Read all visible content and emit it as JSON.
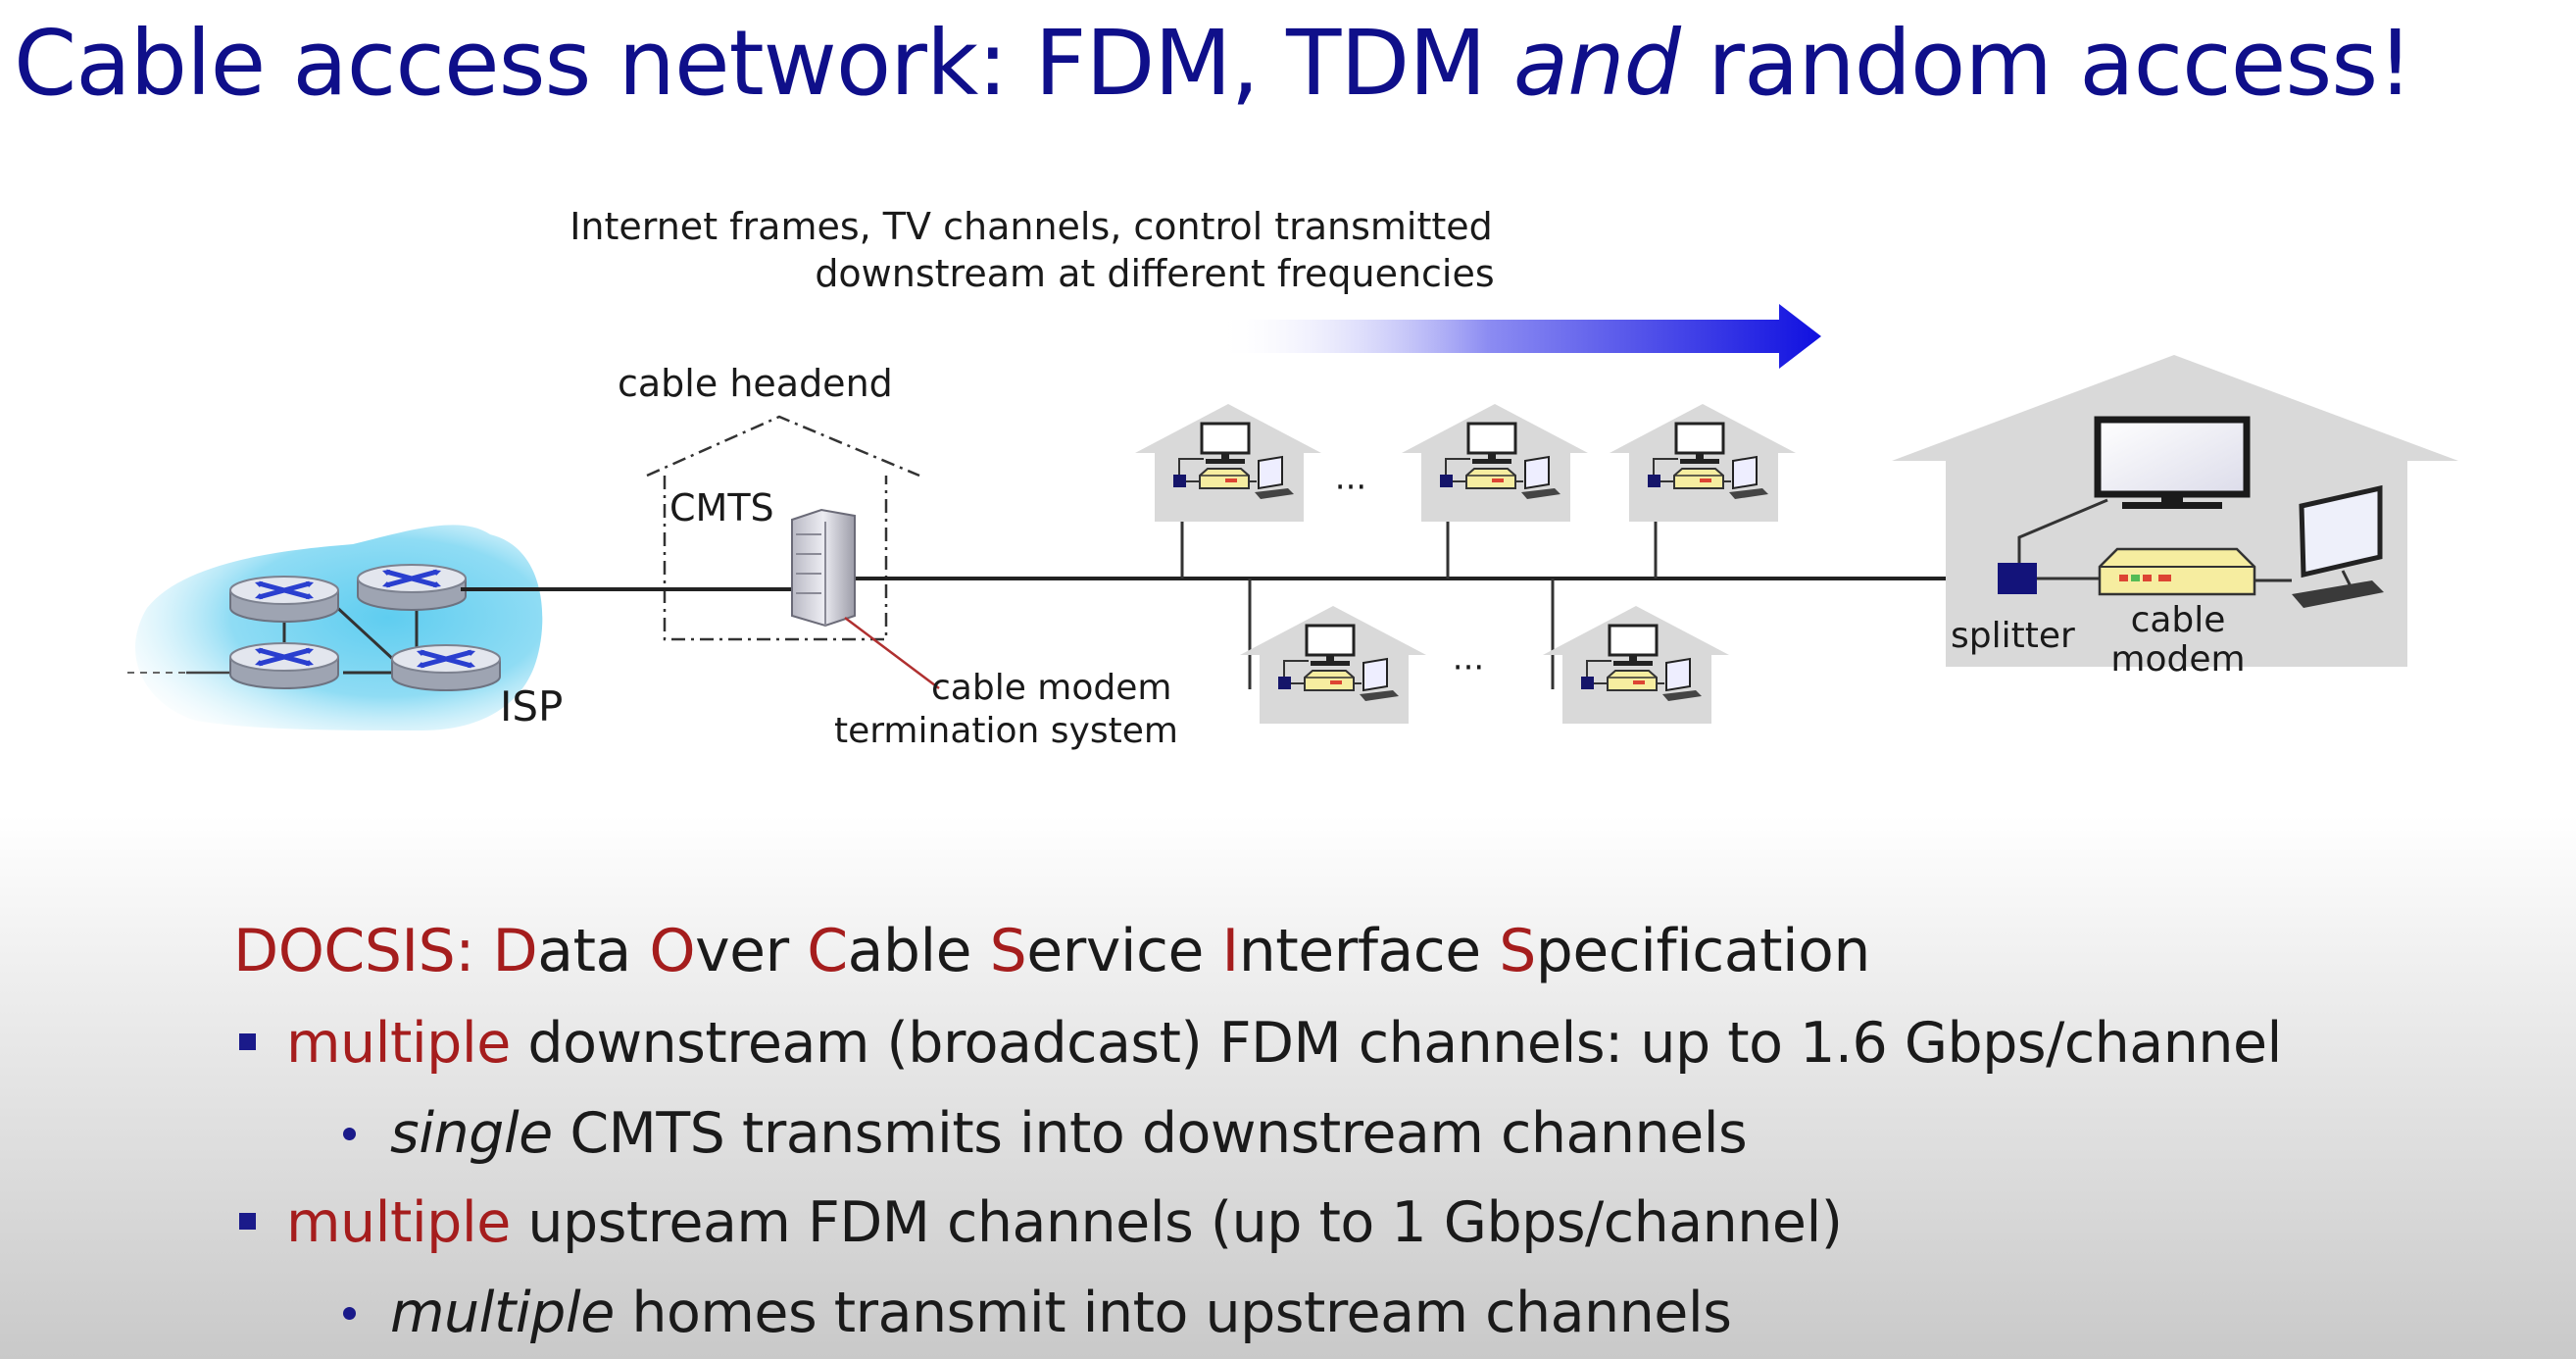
{
  "title": {
    "part1": "Cable access network: FDM, TDM ",
    "emphasis": "and",
    "part2": " random access!"
  },
  "diagram": {
    "downstream_note_line1": "Internet frames, TV channels, control  transmitted",
    "downstream_note_line2": "downstream at different frequencies",
    "headend_label": "cable headend",
    "cmts_label": "CMTS",
    "isp_label": "ISP",
    "cmts_desc_line1": "cable modem",
    "cmts_desc_line2": "termination system",
    "splitter_label": "splitter",
    "modem_label_line1": "cable",
    "modem_label_line2": "modem",
    "ellipsis": "···"
  },
  "docsis": {
    "prefix": "DOCSIS: ",
    "words": [
      {
        "initial": "D",
        "rest": "ata "
      },
      {
        "initial": "O",
        "rest": "ver "
      },
      {
        "initial": "C",
        "rest": "able "
      },
      {
        "initial": "S",
        "rest": "ervice "
      },
      {
        "initial": "I",
        "rest": "nterface "
      },
      {
        "initial": "S",
        "rest": "pecification"
      }
    ]
  },
  "bullets": [
    {
      "emph": "multiple",
      "text": " downstream (broadcast) FDM channels: up to 1.6 Gbps/channel"
    },
    {
      "emph": "single",
      "text": " CMTS transmits into downstream channels"
    },
    {
      "emph": "multiple",
      "text": " upstream FDM channels (up to 1 Gbps/channel)"
    },
    {
      "emph": "multiple",
      "text": " homes transmit into upstream channels"
    }
  ],
  "colors": {
    "title": "#0f0f8a",
    "accent_red": "#a51d1d",
    "arrow_blue": "#1010e0",
    "isp_cloud": "#4fc3ea",
    "house_gray": "#d9d9d9",
    "modem_yellow": "#f6eda0"
  }
}
